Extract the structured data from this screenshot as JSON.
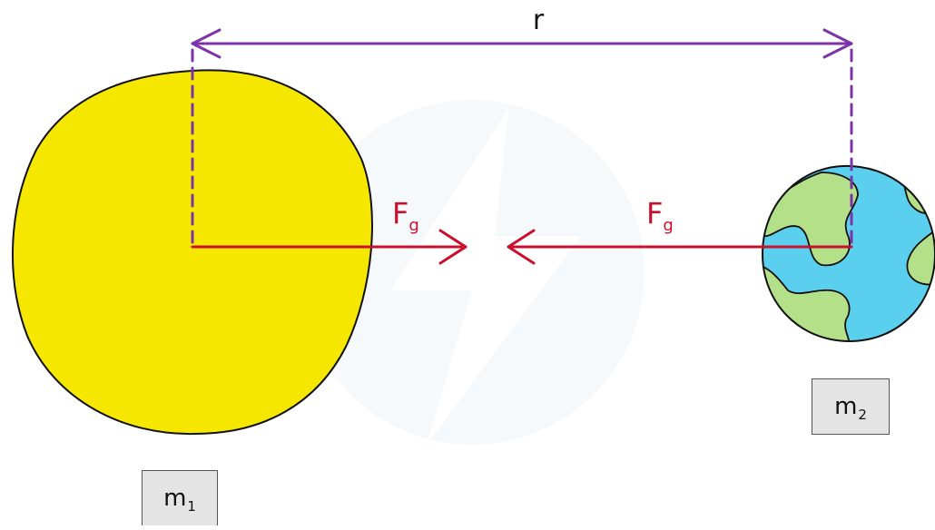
{
  "distance_label": "r",
  "force_label": {
    "main": "F",
    "sub": "g"
  },
  "mass1": {
    "main": "m",
    "sub": "1"
  },
  "mass2": {
    "main": "m",
    "sub": "2"
  },
  "colors": {
    "distance": "#7b35a8",
    "force": "#c8102e",
    "sun_fill": "#f6e700",
    "ocean": "#5ad0ee",
    "land": "#b4e08a",
    "outline": "#111111",
    "label_box": "#e4e4e4"
  }
}
